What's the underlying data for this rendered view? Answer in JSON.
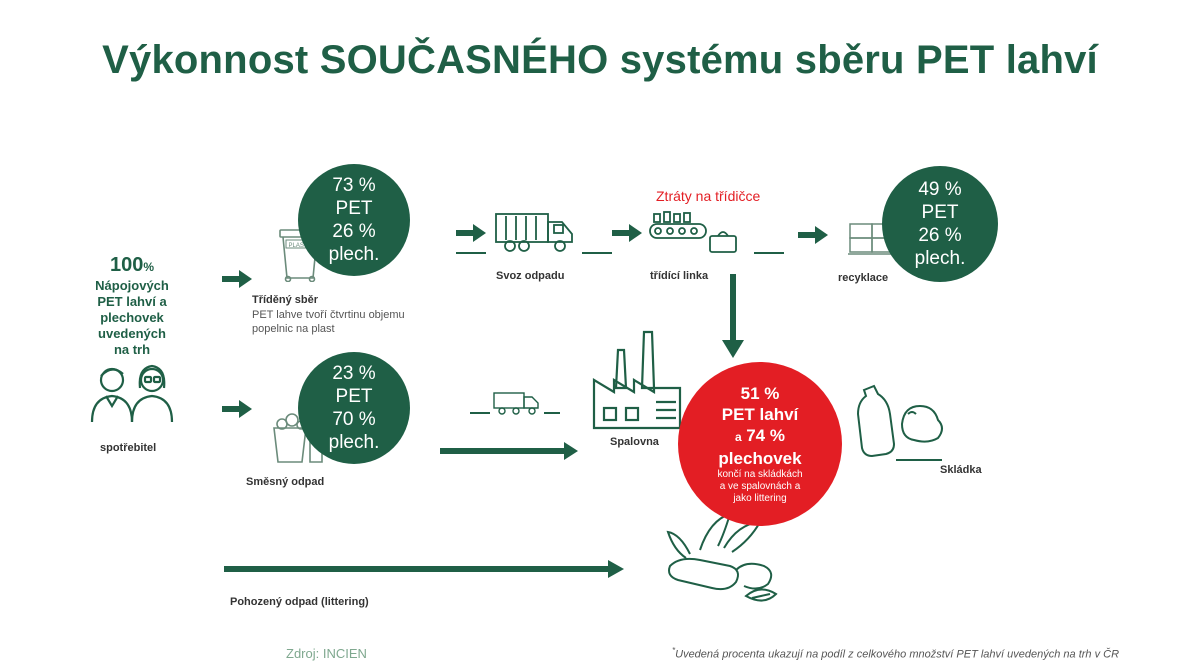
{
  "title": "Výkonnost SOUČASNÉHO systému sběru PET lahví",
  "consumer": {
    "percent": "100",
    "percent_sign": "%",
    "text_lines": [
      "Nápojových",
      "PET lahví a",
      "plechovek",
      "uvedených",
      "na trh"
    ],
    "label": "spotřebitel"
  },
  "sorted": {
    "circle_lines": [
      "73 %",
      "PET",
      "26 %",
      "plech."
    ],
    "label": "Tříděný sběr",
    "note_lines": [
      "PET lahve tvoří čtvrtinu objemu",
      "popelnic na plast"
    ],
    "bin_text": "PLASTY"
  },
  "collection": {
    "label": "Svoz odpadu"
  },
  "sorting_line": {
    "loss_label": "Ztráty na třídičce",
    "label": "třídící linka"
  },
  "recycling": {
    "circle_lines": [
      "49 %",
      "PET",
      "26 %",
      "plech."
    ],
    "label": "recyklace"
  },
  "mixed": {
    "circle_lines": [
      "23 %",
      "PET",
      "70 %",
      "plech."
    ],
    "label": "Směsný odpad"
  },
  "incinerator": {
    "label": "Spalovna"
  },
  "result": {
    "line1": "51 %",
    "line2": "PET lahví",
    "line3_a": "a",
    "line3_b": "74 %",
    "line4": "plechovek",
    "small_lines": [
      "končí na skládkách",
      "a ve spalovnách a",
      "jako littering"
    ]
  },
  "landfill": {
    "label": "Skládka"
  },
  "littering": {
    "label": "Pohozený odpad (littering)"
  },
  "source": "Zdroj: INCIEN",
  "footnote_mark": "*",
  "footnote": "Uvedená procenta ukazují na podíl z celkového množství PET lahví uvedených na trh v ČR",
  "colors": {
    "green": "#1f5f46",
    "red": "#e31e24",
    "light_green": "#7fa88f"
  }
}
